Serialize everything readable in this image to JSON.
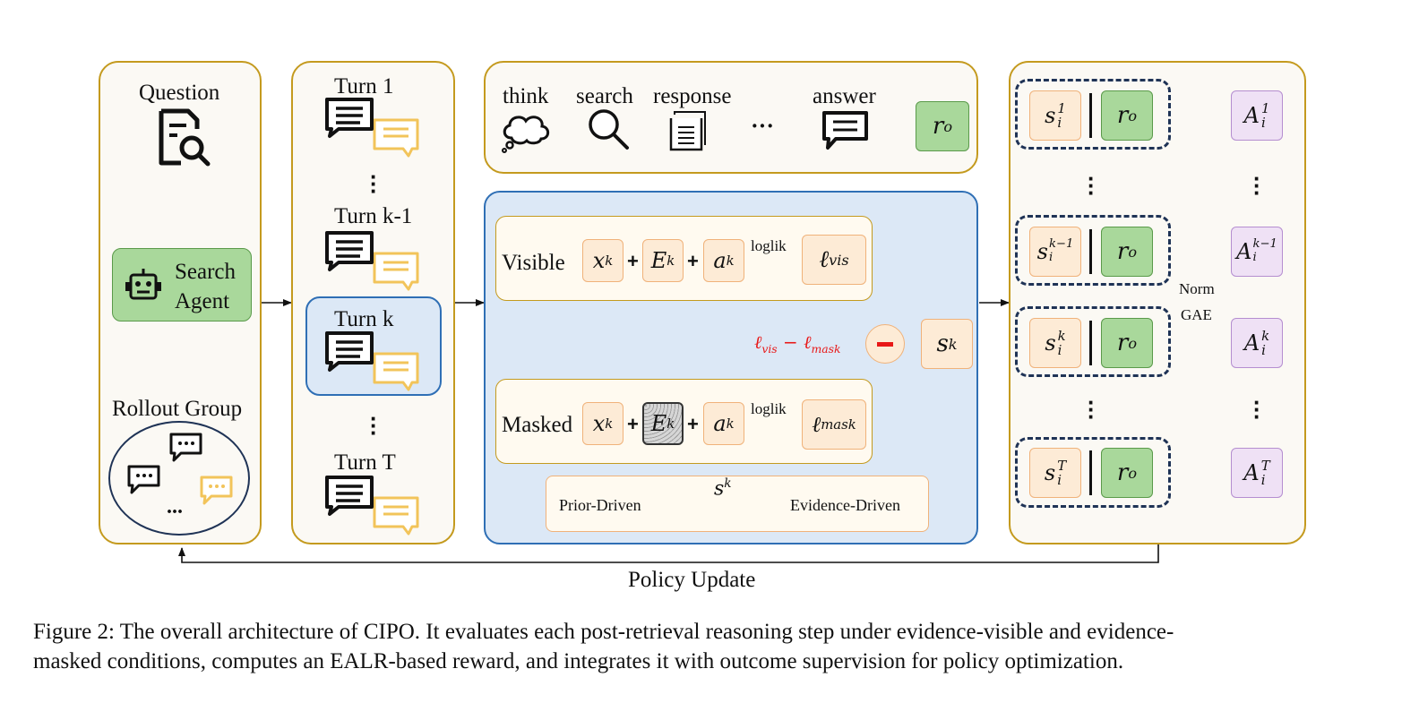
{
  "left_panel": {
    "question_label": "Question",
    "agent_label_1": "Search",
    "agent_label_2": "Agent",
    "rollout_label": "Rollout Group",
    "rollout_dots": "..."
  },
  "turns_panel": {
    "turn_1": "Turn 1",
    "turn_km1": "Turn k-1",
    "turn_k": "Turn k",
    "turn_T": "Turn T"
  },
  "trajectory": {
    "think": "think",
    "search": "search",
    "response": "response",
    "ellipsis": "···",
    "answer": "answer",
    "reward": "r",
    "reward_sup": "o"
  },
  "ealr": {
    "visible_label": "Visible",
    "masked_label": "Masked",
    "x": "x",
    "x_sub": "k",
    "E": "E",
    "E_sub": "k",
    "a": "a",
    "a_sub": "k",
    "plus": "+",
    "loglik_1": "loglik",
    "loglik_2": "loglik",
    "l_vis": "ℓ",
    "l_vis_sub": "vis",
    "l_mask": "ℓ",
    "l_mask_sub": "mask",
    "diff_label": "ℓvis − ℓmask",
    "diff_a": "ℓ",
    "diff_a_sub": "vis",
    "diff_minus": " − ",
    "diff_b": "ℓ",
    "diff_b_sub": "mask",
    "s": "s",
    "s_sup": "k",
    "scale_left": "Prior-Driven",
    "scale_mid": "s",
    "scale_mid_sup": "k",
    "scale_right": "Evidence-Driven"
  },
  "right_panel": {
    "s_1_sup": "1",
    "s_km1_sup": "k−1",
    "s_k_sup": "k",
    "s_T_sup": "T",
    "s_sub": "i",
    "s": "s",
    "r": "r",
    "r_sup": "o",
    "A": "A",
    "A_sub": "i",
    "norm": "Norm",
    "gae": "GAE"
  },
  "policy_update": "Policy Update",
  "caption_line_1": "Figure 2: The overall architecture of CIPO. It evaluates each post-retrieval reasoning step under evidence-visible and evidence-",
  "caption_line_2": "masked conditions, computes an EALR-based reward, and integrates it with outcome supervision for policy optimization.",
  "colors": {
    "panel_border": "#c49a1e",
    "panel_bg": "#fbf9f4",
    "blue_panel_bg": "#dce8f6",
    "blue_border": "#2f6fb5",
    "orange_box": "#fdebd6",
    "green_box": "#a9d89b",
    "purple_box": "#efe1f5",
    "red_text": "#e81818",
    "dashed_border": "#1f3356"
  },
  "icons": [
    "document-search-icon",
    "robot-icon",
    "chat-bubble-icon",
    "thought-cloud-icon",
    "magnifier-icon",
    "document-icon"
  ]
}
